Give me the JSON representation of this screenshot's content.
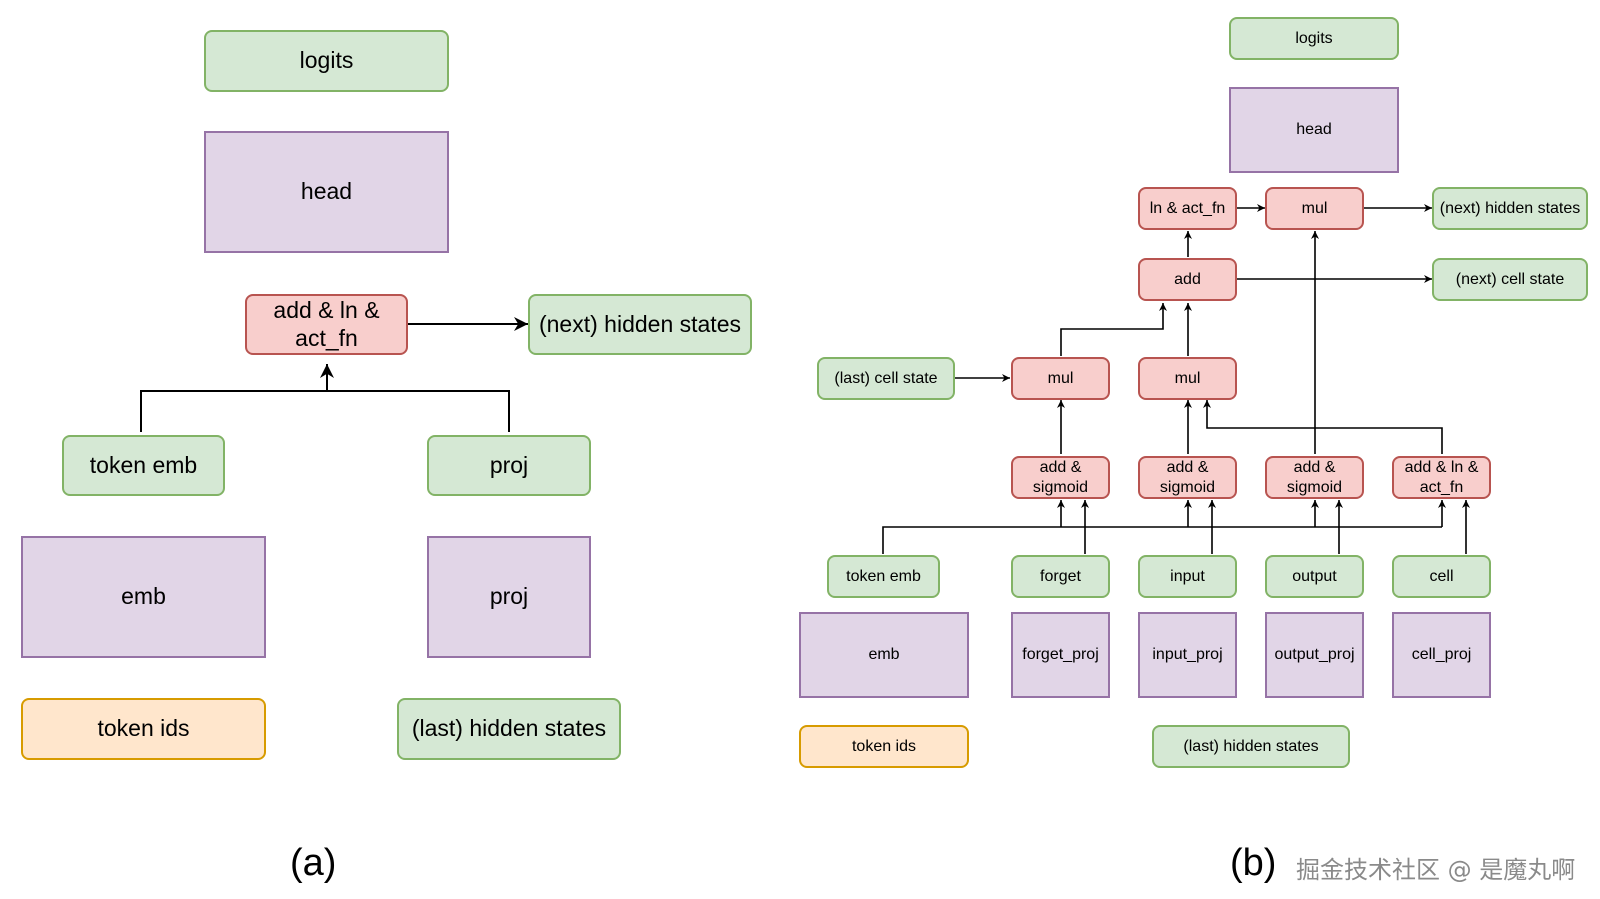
{
  "panel_a": {
    "caption": "(a)",
    "logits": "logits",
    "head": "head",
    "add_ln_act": "add & ln &\nact_fn",
    "next_hidden": "(next) hidden states",
    "token_emb": "token emb",
    "proj_out": "proj",
    "emb": "emb",
    "proj_layer": "proj",
    "token_ids": "token ids",
    "last_hidden": "(last) hidden states"
  },
  "panel_b": {
    "caption": "(b)",
    "logits": "logits",
    "head": "head",
    "ln_act": "ln & act_fn",
    "mul_top": "mul",
    "next_hidden": "(next) hidden states",
    "add": "add",
    "next_cell": "(next) cell state",
    "last_cell": "(last) cell state",
    "mul_forget": "mul",
    "mul_input": "mul",
    "gate_forget": "add &\nsigmoid",
    "gate_input": "add &\nsigmoid",
    "gate_output": "add &\nsigmoid",
    "gate_cell": "add & ln &\nact_fn",
    "token_emb": "token emb",
    "forget": "forget",
    "input": "input",
    "output": "output",
    "cell": "cell",
    "emb": "emb",
    "forget_proj": "forget_proj",
    "input_proj": "input_proj",
    "output_proj": "output_proj",
    "cell_proj": "cell_proj",
    "token_ids": "token ids",
    "last_hidden": "(last) hidden states"
  },
  "watermark": "掘金技术社区 @ 是魔丸啊",
  "colors": {
    "green_fill": "#d5e8d4",
    "green_stroke": "#82b366",
    "purple_fill": "#e1d5e7",
    "purple_stroke": "#9673a6",
    "red_fill": "#f8cecc",
    "red_stroke": "#b85450",
    "orange_fill": "#ffe6cc",
    "orange_stroke": "#d79b00"
  }
}
